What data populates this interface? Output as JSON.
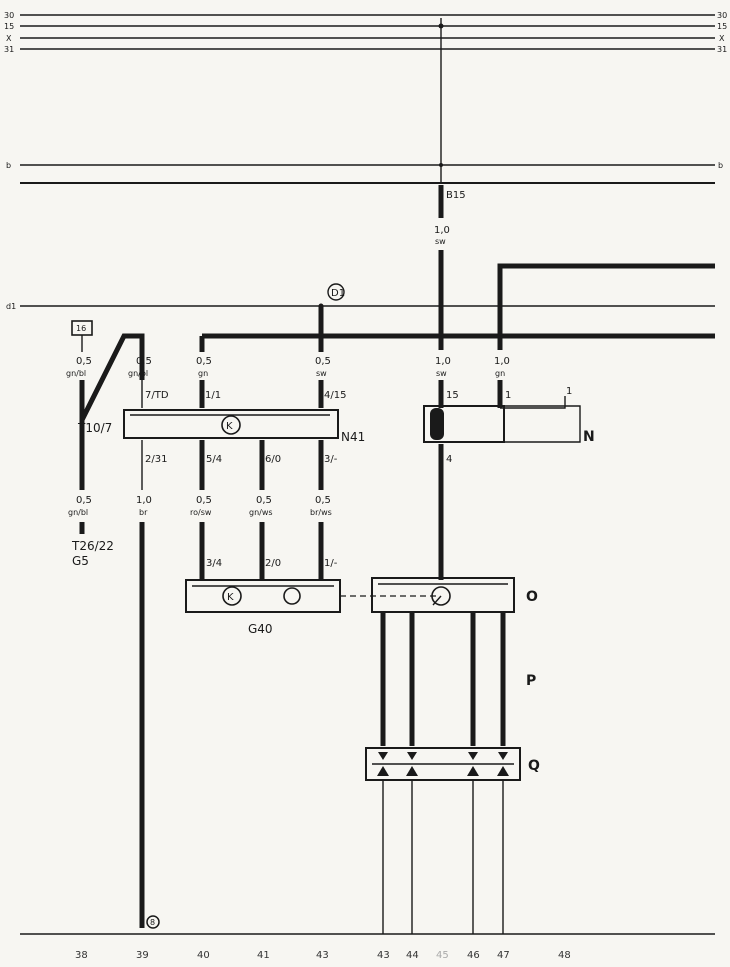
{
  "rails": {
    "left": [
      "30",
      "15",
      "X",
      "31"
    ],
    "right": [
      "30",
      "15",
      "X",
      "31"
    ],
    "b": "b",
    "d1": "d1"
  },
  "junction": "B15",
  "node": "D1",
  "wires": {
    "w_top": {
      "size": "1,0",
      "color": "sw"
    },
    "w_g5_top": {
      "size": "0,5",
      "color": "gn/bl"
    },
    "w_t_top": {
      "size": "0,5",
      "color": "gn/bl"
    },
    "w_gn_top": {
      "size": "0,5",
      "color": "gn"
    },
    "w_sw_top": {
      "size": "0,5",
      "color": "sw"
    },
    "w_n_sw": {
      "size": "1,0",
      "color": "sw"
    },
    "w_n_gn": {
      "size": "1,0",
      "color": "gn"
    },
    "w_g5_bot": {
      "size": "0,5",
      "color": "gn/bl"
    },
    "w_br": {
      "size": "1,0",
      "color": "br"
    },
    "w_rosw": {
      "size": "0,5",
      "color": "ro/sw"
    },
    "w_gnws": {
      "size": "0,5",
      "color": "gn/ws"
    },
    "w_brws": {
      "size": "0,5",
      "color": "br/ws"
    }
  },
  "pins": {
    "n41_top": [
      "7/TD",
      "1/1",
      "4/15"
    ],
    "n41_bot": [
      "2/31",
      "5/4",
      "6/0",
      "3/-"
    ],
    "n_top": [
      "15",
      "1"
    ],
    "n_extra": "1",
    "n_bot": "4",
    "g40_top": [
      "3/4",
      "2/0",
      "1/-"
    ]
  },
  "components": {
    "fuse": "16",
    "t10": "T10/7",
    "n41": "N41",
    "n": "N",
    "t26": "T26/22",
    "g5": "G5",
    "g40": "G40",
    "o": "O",
    "p": "P",
    "q": "Q",
    "ground": "8"
  },
  "footer": [
    "38",
    "39",
    "40",
    "41",
    "43",
    "43",
    "44",
    "45",
    "46",
    "47",
    "48"
  ]
}
